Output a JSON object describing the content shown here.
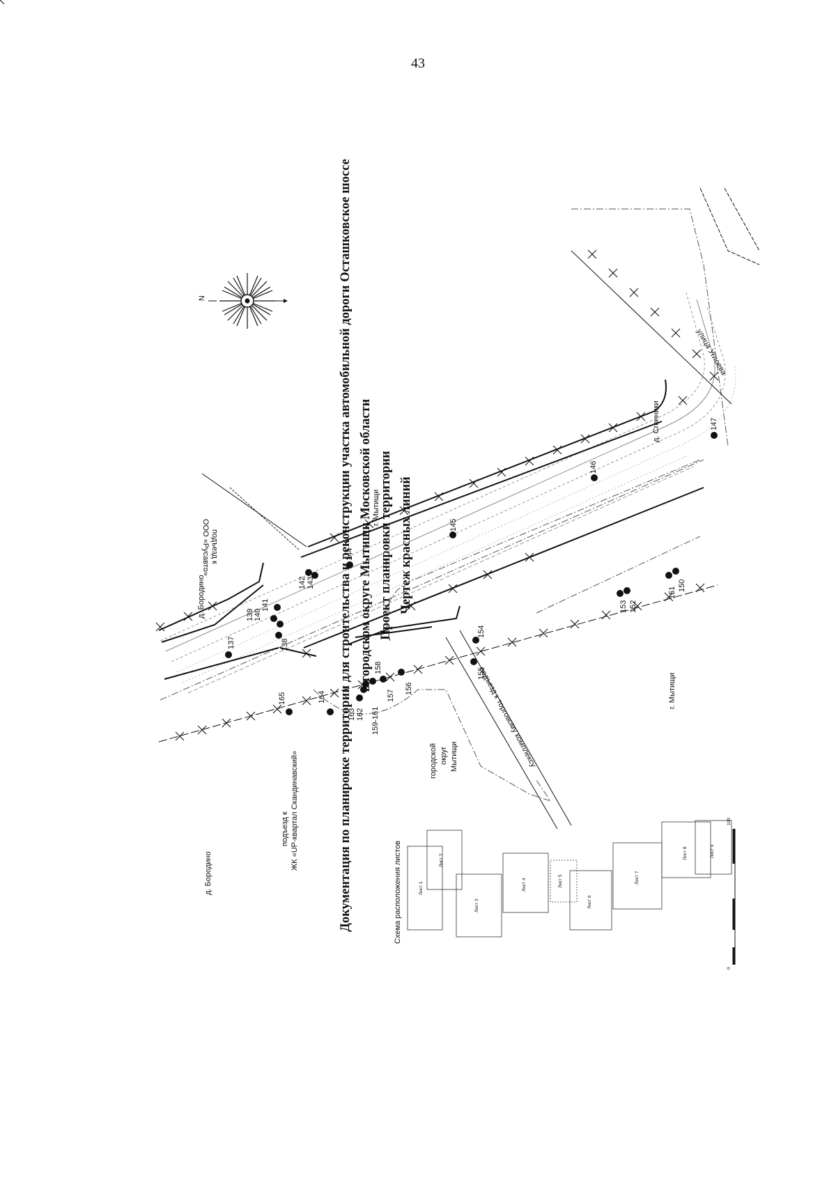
{
  "page_number": "43",
  "title": {
    "line1": "Документация по планировке территории для строительства и реконструкции участка автомобильной дороги Осташковское шоссе",
    "line2": "в городском округе Мытищи Московской области",
    "line3": "Проект планировки территории",
    "line4": "Чертеж красных линий"
  },
  "map": {
    "compass_label": "N",
    "labels": {
      "borodino_top": "д. Бородино",
      "rusavto_line1": "подъезд к",
      "rusavto_line2": "ООО «Русавто»",
      "mytishchi_top": "г. Мытищи",
      "sgonniki": "д. Сгонники",
      "ugloeva": "улица Углоева",
      "mytishchi_bottom": "г. Мытищи",
      "gorodskoy_okrug_1": "городской",
      "gorodskoy_okrug_2": "округ",
      "gorodskoy_okrug_3": "Мытищи",
      "trade_complex": "подъезд к торговому комплексу",
      "jk_line1": "подъезд к",
      "jk_line2": "ЖК «UP-квартал Скандинавский»",
      "borodino_bottom": "д. Бородино"
    },
    "points": {
      "p137": "137",
      "p138": "138",
      "p139": "139",
      "p140": "140",
      "p141": "141",
      "p142": "142",
      "p143": "143",
      "p144": "144",
      "p145": "145",
      "p146": "146",
      "p147": "147",
      "p150": "150",
      "p151": "151",
      "p152": "152",
      "p153": "153",
      "p154": "154",
      "p155": "155",
      "p156": "156",
      "p157": "157",
      "p158": "158",
      "p159_161": "159-161",
      "p162": "162",
      "p163": "163",
      "p164": "164",
      "p165": "165"
    }
  },
  "sheet_scheme": {
    "title": "Схема расположения листов",
    "sheets": [
      "Лист 1",
      "Лист 2",
      "Лист 3",
      "Лист 4",
      "Лист 5",
      "Лист 6",
      "Лист 7",
      "Лист 8",
      "Лист 9"
    ]
  },
  "scale_bar": {
    "start": "0",
    "end": "100"
  }
}
